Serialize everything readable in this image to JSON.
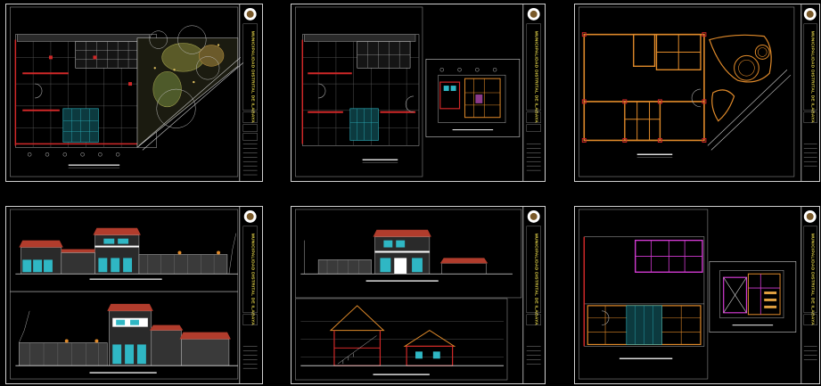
{
  "title_block": {
    "stamp_text": "MUNICIPALIDAD DISTRITAL DE ILABAYA"
  },
  "colors": {
    "background": "#000000",
    "frame": "#cfcfcf",
    "wall_red": "#d02828",
    "wall_orange": "#e08a2a",
    "magenta": "#d23ad2",
    "cyan": "#2fb7c4",
    "roof_red": "#b13c2c",
    "garden_olive": "#8c8c3a",
    "title_text": "#e8d84a"
  },
  "sheets": [
    {
      "id": "sheet-1",
      "type": "site-plan"
    },
    {
      "id": "sheet-2",
      "type": "floor-plan-with-detail"
    },
    {
      "id": "sheet-3",
      "type": "structural-plan"
    },
    {
      "id": "sheet-4",
      "type": "elevations"
    },
    {
      "id": "sheet-5",
      "type": "elevation-and-section"
    },
    {
      "id": "sheet-6",
      "type": "installations-plan"
    }
  ]
}
